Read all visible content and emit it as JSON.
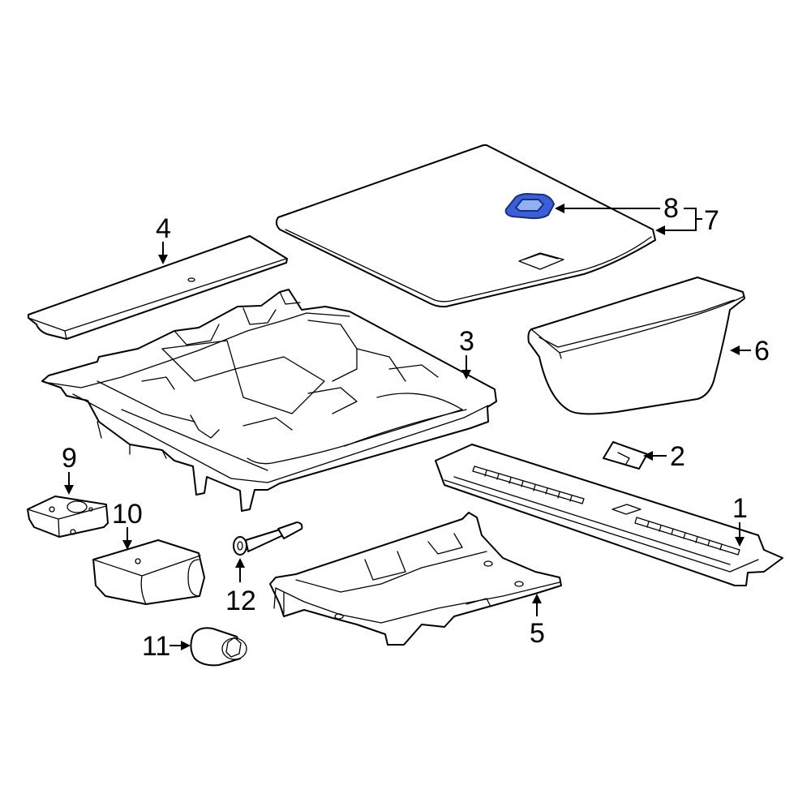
{
  "diagram": {
    "highlight_color": "#3a5fd9",
    "callouts": [
      {
        "id": "c1",
        "label": "1"
      },
      {
        "id": "c2",
        "label": "2"
      },
      {
        "id": "c3",
        "label": "3"
      },
      {
        "id": "c4",
        "label": "4"
      },
      {
        "id": "c5",
        "label": "5"
      },
      {
        "id": "c6",
        "label": "6"
      },
      {
        "id": "c7",
        "label": "7"
      },
      {
        "id": "c8",
        "label": "8"
      },
      {
        "id": "c9",
        "label": "9"
      },
      {
        "id": "c10",
        "label": "10"
      },
      {
        "id": "c11",
        "label": "11"
      },
      {
        "id": "c12",
        "label": "12"
      }
    ]
  }
}
